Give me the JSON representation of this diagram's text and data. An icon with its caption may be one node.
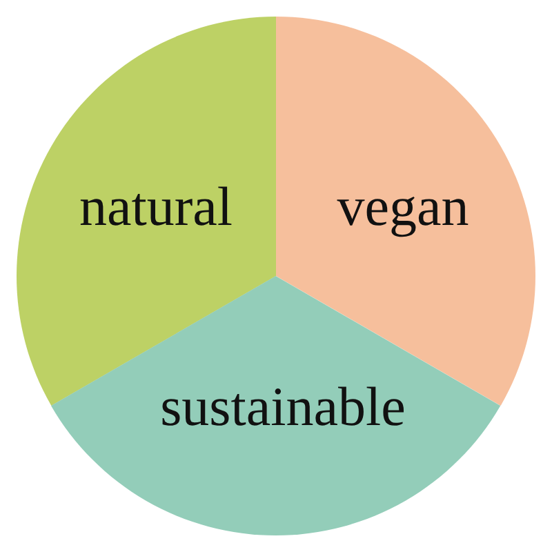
{
  "diagram": {
    "nodes": [
      {
        "text": [
          "natural"
        ]
      },
      {
        "text": [
          "vegan"
        ]
      },
      {
        "text": [
          "sustainable"
        ]
      }
    ]
  }
}
